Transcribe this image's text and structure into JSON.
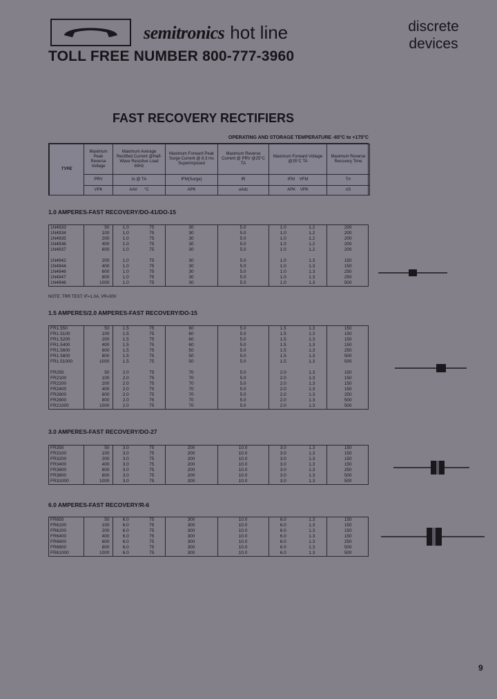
{
  "header": {
    "brand_name": "semitronics",
    "brand_suffix": "hot line",
    "toll_free": "TOLL FREE NUMBER 800-777-3960",
    "category_line1": "discrete",
    "category_line2": "devices",
    "logo_icon": "telephone-handset-icon"
  },
  "title": "FAST RECOVERY RECTIFIERS",
  "operating_temp": "OPERATING AND STORAGE TEMPERATURE -65°C to +175°C",
  "table_header": {
    "type_label": "TYPE",
    "col_prv": "Maximum Peak Reverse Voltage",
    "col_io": "Maximum Average Rectified Current @Half-Wave Resistive Load 60Hz",
    "col_ifm": "Maximum Forward Peak Surge Current @ 8.3 ms Superimposed",
    "col_ir": "Maximum Reverse Current @ PRV @25°C TA",
    "col_vfm": "Maximum Forward Voltage @25°C TA",
    "col_trr": "Maximum Reverse Recovery Time",
    "sym_prv": "PRV",
    "sym_io": "Io @ TA",
    "sym_ifm": "IFM(Surge)",
    "sym_ir": "IR",
    "sym_vfm1": "IFM",
    "sym_vfm2": "VFM",
    "sym_trr": "Trr",
    "unit_prv": "VPK",
    "unit_io": "AAV",
    "unit_ta": "°C",
    "unit_ifm": "APK",
    "unit_ir": "uAdc",
    "unit_vfm1": "APK",
    "unit_vfm2": "VPK",
    "unit_trr": "nS"
  },
  "sections": [
    {
      "title": "1.0 AMPERES-FAST RECOVERY/DO-41/DO-15",
      "rows": [
        [
          "1N4933",
          "50",
          "1.0",
          "75",
          "30",
          "5.0",
          "1.0",
          "1.2",
          "200"
        ],
        [
          "1N4934",
          "100",
          "1.0",
          "75",
          "30",
          "5.0",
          "1.0",
          "1.2",
          "200"
        ],
        [
          "1N4935",
          "200",
          "1.0",
          "75",
          "30",
          "5.0",
          "1.0",
          "1.2",
          "200"
        ],
        [
          "1N4936",
          "400",
          "1.0",
          "75",
          "30",
          "5.0",
          "1.0",
          "1.2",
          "200"
        ],
        [
          "1N4937",
          "600",
          "1.0",
          "75",
          "30",
          "5.0",
          "1.0",
          "1.2",
          "200"
        ],
        [
          "",
          "",
          " ",
          "",
          "",
          "",
          "",
          "",
          ""
        ],
        [
          "1N4942",
          "200",
          "1.0",
          "75",
          "30",
          "5.0",
          "1.0",
          "1.3",
          "150"
        ],
        [
          "1N4944",
          "400",
          "1.0",
          "75",
          "30",
          "5.0",
          "1.0",
          "1.3",
          "150"
        ],
        [
          "1N4946",
          "600",
          "1.0",
          "75",
          "30",
          "5.0",
          "1.0",
          "1.3",
          "250"
        ],
        [
          "1N4947",
          "800",
          "1.0",
          "75",
          "30",
          "5.0",
          "1.0",
          "1.3",
          "250"
        ],
        [
          "1N4948",
          "1000",
          "1.0",
          "75",
          "30",
          "5.0",
          "1.0",
          "1.3",
          "500"
        ]
      ]
    },
    {
      "title": "1.5 AMPERES/2.0 AMPERES-FAST RECOVERY/DO-15",
      "rows": [
        [
          "FR1.550",
          "50",
          "1.5",
          "75",
          "60",
          "5.0",
          "1.5",
          "1.3",
          "150"
        ],
        [
          "FR1.5100",
          "100",
          "1.5",
          "75",
          "60",
          "5.0",
          "1.5",
          "1.3",
          "150"
        ],
        [
          "FR1.5200",
          "200",
          "1.5",
          "75",
          "60",
          "5.0",
          "1.5",
          "1.3",
          "150"
        ],
        [
          "FR1.5400",
          "400",
          "1.5",
          "75",
          "60",
          "5.0",
          "1.5",
          "1.3",
          "150"
        ],
        [
          "FR1.5600",
          "600",
          "1.5",
          "75",
          "50",
          "5.0",
          "1.5",
          "1.3",
          "250"
        ],
        [
          "FR1.5800",
          "800",
          "1.5",
          "75",
          "50",
          "5.0",
          "1.5",
          "1.3",
          "500"
        ],
        [
          "FR1.51000",
          "1000",
          "1.5",
          "75",
          "50",
          "5.0",
          "1.5",
          "1.3",
          "500"
        ],
        [
          "",
          "",
          "",
          "",
          "",
          "",
          "",
          "",
          ""
        ],
        [
          "FR250",
          "50",
          "2.0",
          "75",
          "70",
          "5.0",
          "2.0",
          "1.3",
          "150"
        ],
        [
          "FR2100",
          "100",
          "2.0",
          "75",
          "70",
          "5.0",
          "2.0",
          "1.3",
          "150"
        ],
        [
          "FR2200",
          "200",
          "2.0",
          "75",
          "70",
          "5.0",
          "2.0",
          "1.3",
          "150"
        ],
        [
          "FR2400",
          "400",
          "2.0",
          "75",
          "70",
          "5.0",
          "2.0",
          "1.3",
          "150"
        ],
        [
          "FR2600",
          "600",
          "2.0",
          "75",
          "70",
          "5.0",
          "2.0",
          "1.3",
          "250"
        ],
        [
          "FR2800",
          "800",
          "2.0",
          "75",
          "70",
          "5.0",
          "2.0",
          "1.3",
          "500"
        ],
        [
          "FR21000",
          "1000",
          "2.0",
          "75",
          "70",
          "5.0",
          "2.0",
          "1.3",
          "500"
        ]
      ]
    },
    {
      "title": "3.0 AMPERES-FAST RECOVERY/DO-27",
      "rows": [
        [
          "FR350",
          "50",
          "3.0",
          "75",
          "200",
          "10.0",
          "3.0",
          "1.3",
          "150"
        ],
        [
          "FR3100",
          "100",
          "3.0",
          "75",
          "200",
          "10.0",
          "3.0",
          "1.3",
          "150"
        ],
        [
          "FR3200",
          "200",
          "3.0",
          "75",
          "200",
          "10.0",
          "3.0",
          "1.3",
          "150"
        ],
        [
          "FR3400",
          "400",
          "3.0",
          "75",
          "200",
          "10.0",
          "3.0",
          "1.3",
          "150"
        ],
        [
          "FR3600",
          "600",
          "3.0",
          "75",
          "200",
          "10.0",
          "3.0",
          "1.3",
          "250"
        ],
        [
          "FR3800",
          "800",
          "3.0",
          "75",
          "200",
          "10.0",
          "3.0",
          "1.3",
          "500"
        ],
        [
          "FR31000",
          "1000",
          "3.0",
          "75",
          "200",
          "10.0",
          "3.0",
          "1.3",
          "500"
        ]
      ]
    },
    {
      "title": "6.0 AMPERES-FAST RECOVERY/R-6",
      "rows": [
        [
          "FR650",
          "50",
          "6.0",
          "75",
          "300",
          "10.0",
          "6.0",
          "1.3",
          "150"
        ],
        [
          "FR6100",
          "100",
          "6.0",
          "75",
          "300",
          "10.0",
          "6.0",
          "1.3",
          "150"
        ],
        [
          "FR6200",
          "200",
          "6.0",
          "75",
          "300",
          "10.0",
          "6.0",
          "1.3",
          "150"
        ],
        [
          "FR6400",
          "400",
          "6.0",
          "75",
          "300",
          "10.0",
          "6.0",
          "1.3",
          "150"
        ],
        [
          "FR6600",
          "600",
          "6.0",
          "75",
          "300",
          "10.0",
          "6.0",
          "1.3",
          "250"
        ],
        [
          "FR6800",
          "800",
          "6.0",
          "75",
          "300",
          "10.0",
          "6.0",
          "1.3",
          "500"
        ],
        [
          "FR61000",
          "1000",
          "6.0",
          "75",
          "300",
          "10.0",
          "6.0",
          "1.3",
          "500"
        ]
      ]
    }
  ],
  "note": "NOTE: TRR TEST: IF=1.0A, VR=30V",
  "page_number": "9"
}
